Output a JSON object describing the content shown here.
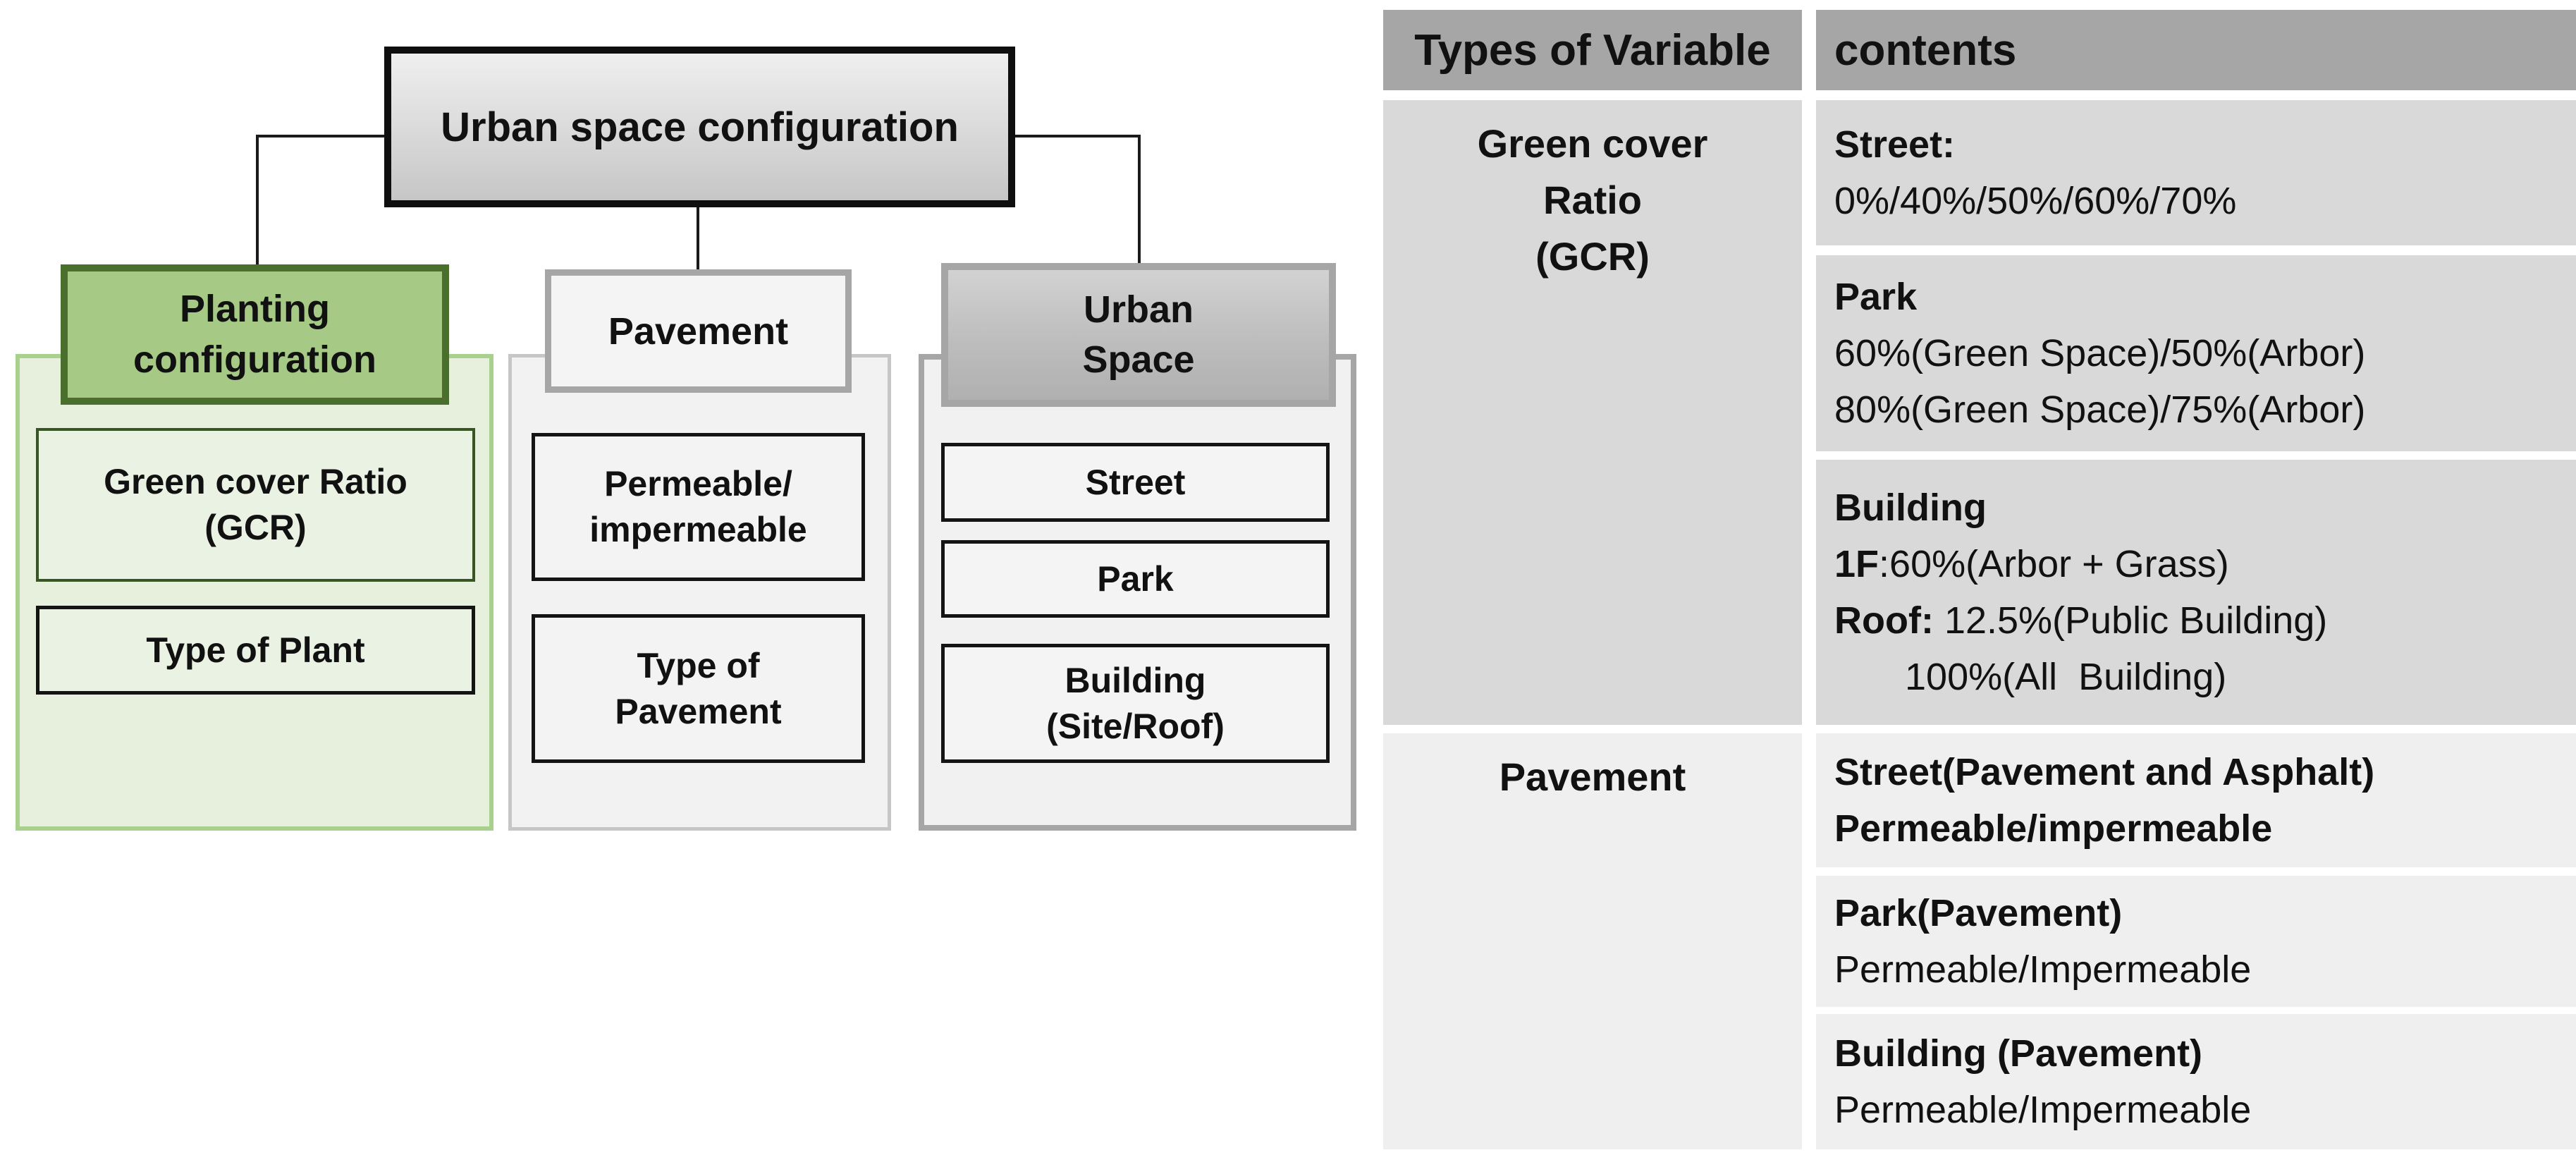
{
  "colors": {
    "accent_green": "#a6ca85",
    "green_border_dark": "#4a6e2c",
    "green_container": "#e7f0dd",
    "table_header_bg": "#a6a6a6",
    "row_gcr_bg": "#d9d9d9",
    "row_pavement_bg": "#efefef"
  },
  "diagram": {
    "root_label": "Urban space configuration",
    "planting": {
      "header": "Planting\nconfiguration",
      "item1": "Green cover Ratio\n(GCR)",
      "item2": "Type of Plant"
    },
    "pavement": {
      "header": "Pavement",
      "item1": "Permeable/\nimpermeable",
      "item2": "Type of\nPavement"
    },
    "urban": {
      "header": "Urban\nSpace",
      "item1": "Street",
      "item2": "Park",
      "item3": "Building\n(Site/Roof)"
    }
  },
  "table": {
    "header": {
      "types": "Types of Variable",
      "contents": "contents"
    },
    "gcr": {
      "variable": "Green cover\nRatio\n(GCR)",
      "street_label": "Street:",
      "street_values": "0%/40%/50%/60%/70%",
      "park_label": "Park",
      "park_values": "60%(Green Space)/50%(Arbor)\n80%(Green Space)/75%(Arbor)",
      "building_label": "Building",
      "b1_bold": "1F",
      "b1_rest": ":60%(Arbor + Grass)",
      "b2_bold": "Roof:",
      "b2_rest": " 12.5%(Public Building)",
      "b3_indent": "100%(All  Building)"
    },
    "pavement": {
      "variable": "Pavement",
      "street_line1": "Street(Pavement and Asphalt)",
      "street_line2": "Permeable/impermeable",
      "park_label": "Park(Pavement)",
      "park_value": "Permeable/Impermeable",
      "building_label": "Building (Pavement)",
      "building_value": "Permeable/Impermeable"
    }
  }
}
